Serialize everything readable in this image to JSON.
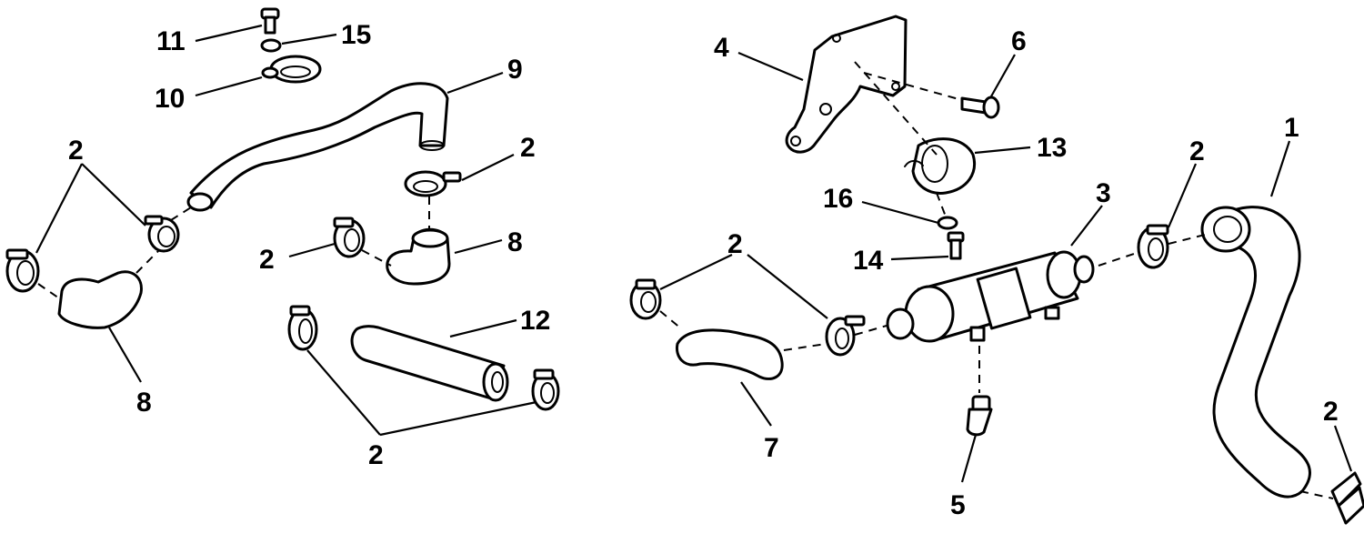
{
  "callouts": {
    "c11": "11",
    "c15": "15",
    "c10": "10",
    "c9": "9",
    "c2_left": "2",
    "c2_top_mid": "2",
    "c8_mid": "8",
    "c2_mid_left": "2",
    "c8_left": "8",
    "c12": "12",
    "c2_bottom": "2",
    "c4": "4",
    "c6": "6",
    "c13": "13",
    "c16": "16",
    "c3": "3",
    "c14": "14",
    "c2_right_mid": "2",
    "c1": "1",
    "c2_right_lower": "2",
    "c7": "7",
    "c5": "5",
    "c2_far_right": "2"
  }
}
